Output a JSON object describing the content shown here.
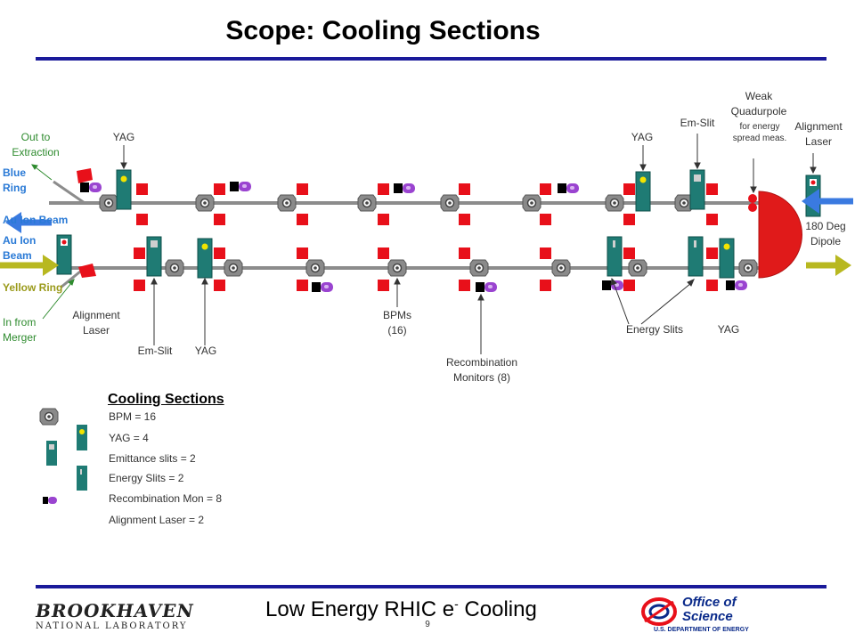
{
  "slide": {
    "title": "Scope: Cooling Sections",
    "footer_title": "Low Energy RHIC e",
    "footer_sup": "-",
    "footer_title_end": " Cooling",
    "page_number": "9"
  },
  "colors": {
    "rule": "#1a1a9a",
    "magnet": "#e8101a",
    "cabinet": "#1f7b74",
    "bpm": "#8a8a8a",
    "monitor": "#9a44d0",
    "blue_beam": "#3a7ae0",
    "yellow_beam": "#b8b820",
    "dipole": "#e01a1a"
  },
  "labels": {
    "out_to_extraction": "Out to\nExtraction",
    "blue_ring": "Blue\nRing",
    "au_ion_beam_top": "Au Ion Beam",
    "au_ion_beam_bottom": "Au Ion\nBeam",
    "yellow_ring": "Yellow Ring",
    "in_from_merger": "In from\nMerger",
    "alignment_laser_left": "Alignment\nLaser",
    "alignment_laser_right": "Alignment\nLaser",
    "yag_top_left": "YAG",
    "yag_top_right": "YAG",
    "em_slit_top": "Em-Slit",
    "weak_quad": "Weak\nQuadurpole",
    "weak_quad_note": "for energy\nspread meas.",
    "dipole": "180 Deg\nDipole",
    "em_slit_bottom": "Em-Slit",
    "yag_bottom_left": "YAG",
    "bpms": "BPMs\n(16)",
    "recombination": "Recombination\nMonitors (8)",
    "energy_slits": "Energy Slits",
    "yag_bottom_right": "YAG"
  },
  "legend": {
    "title": "Cooling Sections",
    "items": [
      {
        "icon": "bpm-icon",
        "text": "BPM = 16"
      },
      {
        "icon": "yag-icon",
        "text": "YAG = 4"
      },
      {
        "icon": "emittance-slit-icon",
        "text": "Emittance slits = 2"
      },
      {
        "icon": "energy-slit-icon",
        "text": "Energy Slits = 2"
      },
      {
        "icon": "recombination-monitor-icon",
        "text": "Recombination Mon = 8"
      },
      {
        "icon": "",
        "text": "Alignment Laser = 2"
      }
    ]
  },
  "logos": {
    "bnl_main": "BROOKHAVEN",
    "bnl_sub": "NATIONAL LABORATORY",
    "os_line1": "Office of",
    "os_line2": "Science",
    "os_sub": "U.S. DEPARTMENT OF ENERGY"
  }
}
